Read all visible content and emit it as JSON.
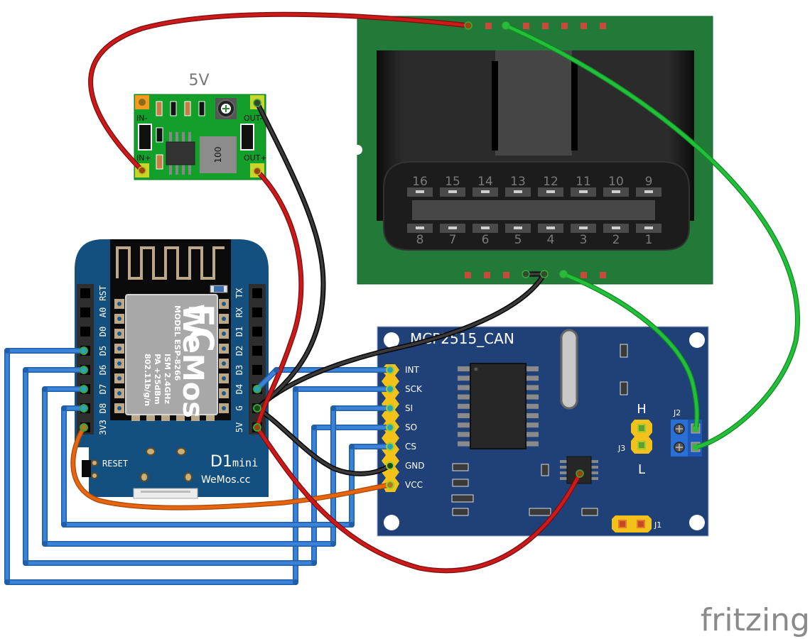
{
  "title": "OBD2 CAN reader breadboard diagram",
  "regulator": {
    "label": "5V",
    "pins": {
      "in_minus": "IN-",
      "in_plus": "IN+",
      "out_minus": "OUT-",
      "out_plus": "OUT+"
    },
    "inductor_value": "100"
  },
  "d1mini": {
    "name_line1": "D1",
    "name_line2": "mini",
    "brand": "WeMos.cc",
    "reset_label": "RESET",
    "left_pins": [
      "RST",
      "A0",
      "D0",
      "D5",
      "D6",
      "D7",
      "D8",
      "3V3"
    ],
    "right_pins": [
      "TX",
      "RX",
      "D1",
      "D2",
      "D3",
      "D4",
      "G",
      "5V"
    ],
    "module": {
      "logo": "WeMos",
      "fcc": "FC",
      "lines": [
        "MODEL ESP-8266",
        "ISM 2.4GHz",
        "PA +25dBm",
        "802.11b/g/n"
      ]
    }
  },
  "obd": {
    "top_pins": [
      "16",
      "15",
      "14",
      "13",
      "12",
      "11",
      "10",
      "9"
    ],
    "bottom_pins": [
      "8",
      "7",
      "6",
      "5",
      "4",
      "3",
      "2",
      "1"
    ]
  },
  "can": {
    "title": "MCP2515_CAN",
    "pins": [
      "INT",
      "SCK",
      "SI",
      "SO",
      "CS",
      "GND",
      "VCC"
    ],
    "jumper_h": "H",
    "jumper_l": "L",
    "j3": "J3",
    "j2": "J2",
    "j1": "J1"
  },
  "connections": [
    {
      "from": "D1 mini D5",
      "to": "MCP2515 SCK",
      "color": "#3b82d9"
    },
    {
      "from": "D1 mini D6",
      "to": "MCP2515 SO",
      "color": "#3b82d9"
    },
    {
      "from": "D1 mini D7",
      "to": "MCP2515 SI",
      "color": "#3b82d9"
    },
    {
      "from": "D1 mini D8",
      "to": "MCP2515 CS",
      "color": "#3b82d9"
    },
    {
      "from": "D1 mini D4",
      "to": "MCP2515 INT",
      "color": "#3b82d9"
    },
    {
      "from": "D1 mini 3V3",
      "to": "MCP2515 VCC",
      "color": "#e8650f"
    },
    {
      "from": "D1 mini G",
      "to": "MCP2515 GND",
      "color": "#333333"
    },
    {
      "from": "D1 mini G",
      "to": "OBD GND",
      "color": "#333333"
    },
    {
      "from": "D1 mini G",
      "to": "Regulator OUT-",
      "color": "#333333"
    },
    {
      "from": "Regulator OUT+",
      "to": "MCP2515 TJA1050 VCC",
      "color": "#cc1a1a"
    },
    {
      "from": "Regulator IN+",
      "to": "OBD pin 16",
      "color": "#cc1a1a"
    },
    {
      "from": "OBD CAN H",
      "to": "J2 H",
      "color": "#22c03a"
    },
    {
      "from": "OBD CAN L",
      "to": "J2 L",
      "color": "#22c03a"
    }
  ],
  "colors": {
    "wire_blue": "#3b82d9",
    "wire_red": "#cc1a1a",
    "wire_black": "#333333",
    "wire_green": "#22c03a",
    "wire_orange": "#e8650f",
    "d1_board": "#14507f",
    "can_board": "#1f4178",
    "obd_board": "#217a37",
    "reg_board": "#12a02a"
  },
  "watermark": "fritzing"
}
